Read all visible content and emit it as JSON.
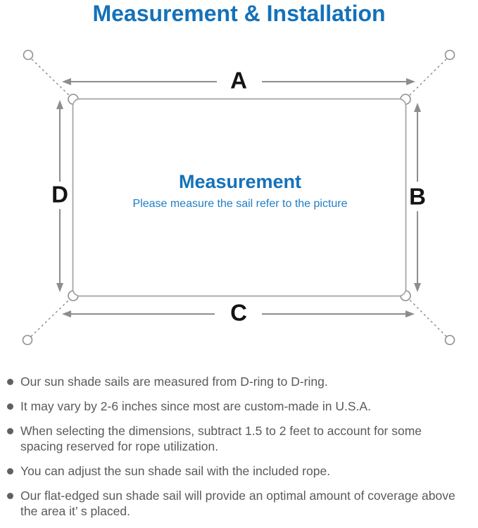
{
  "title": "Measurement & Installation",
  "diagram": {
    "heading": "Measurement",
    "subheading": "Please measure the sail refer to the picture",
    "labels": {
      "top": "A",
      "right": "B",
      "bottom": "C",
      "left": "D"
    }
  },
  "notes": [
    "Our sun shade sails are measured from D-ring to D-ring.",
    "It may vary by 2-6 inches since most are custom-made in U.S.A.",
    "When selecting the dimensions, subtract 1.5 to 2 feet to account for some spacing reserved for rope utilization.",
    "You can adjust the sun shade sail with the included rope.",
    "Our flat-edged sun shade sail will provide an optimal amount of coverage above the area it’ s placed."
  ],
  "colors": {
    "title_blue": "#1471b9",
    "subtitle_blue": "#1e7dc6",
    "body_gray": "#5a5a5a",
    "line_gray": "#8d8d8d",
    "label_black": "#141414"
  }
}
